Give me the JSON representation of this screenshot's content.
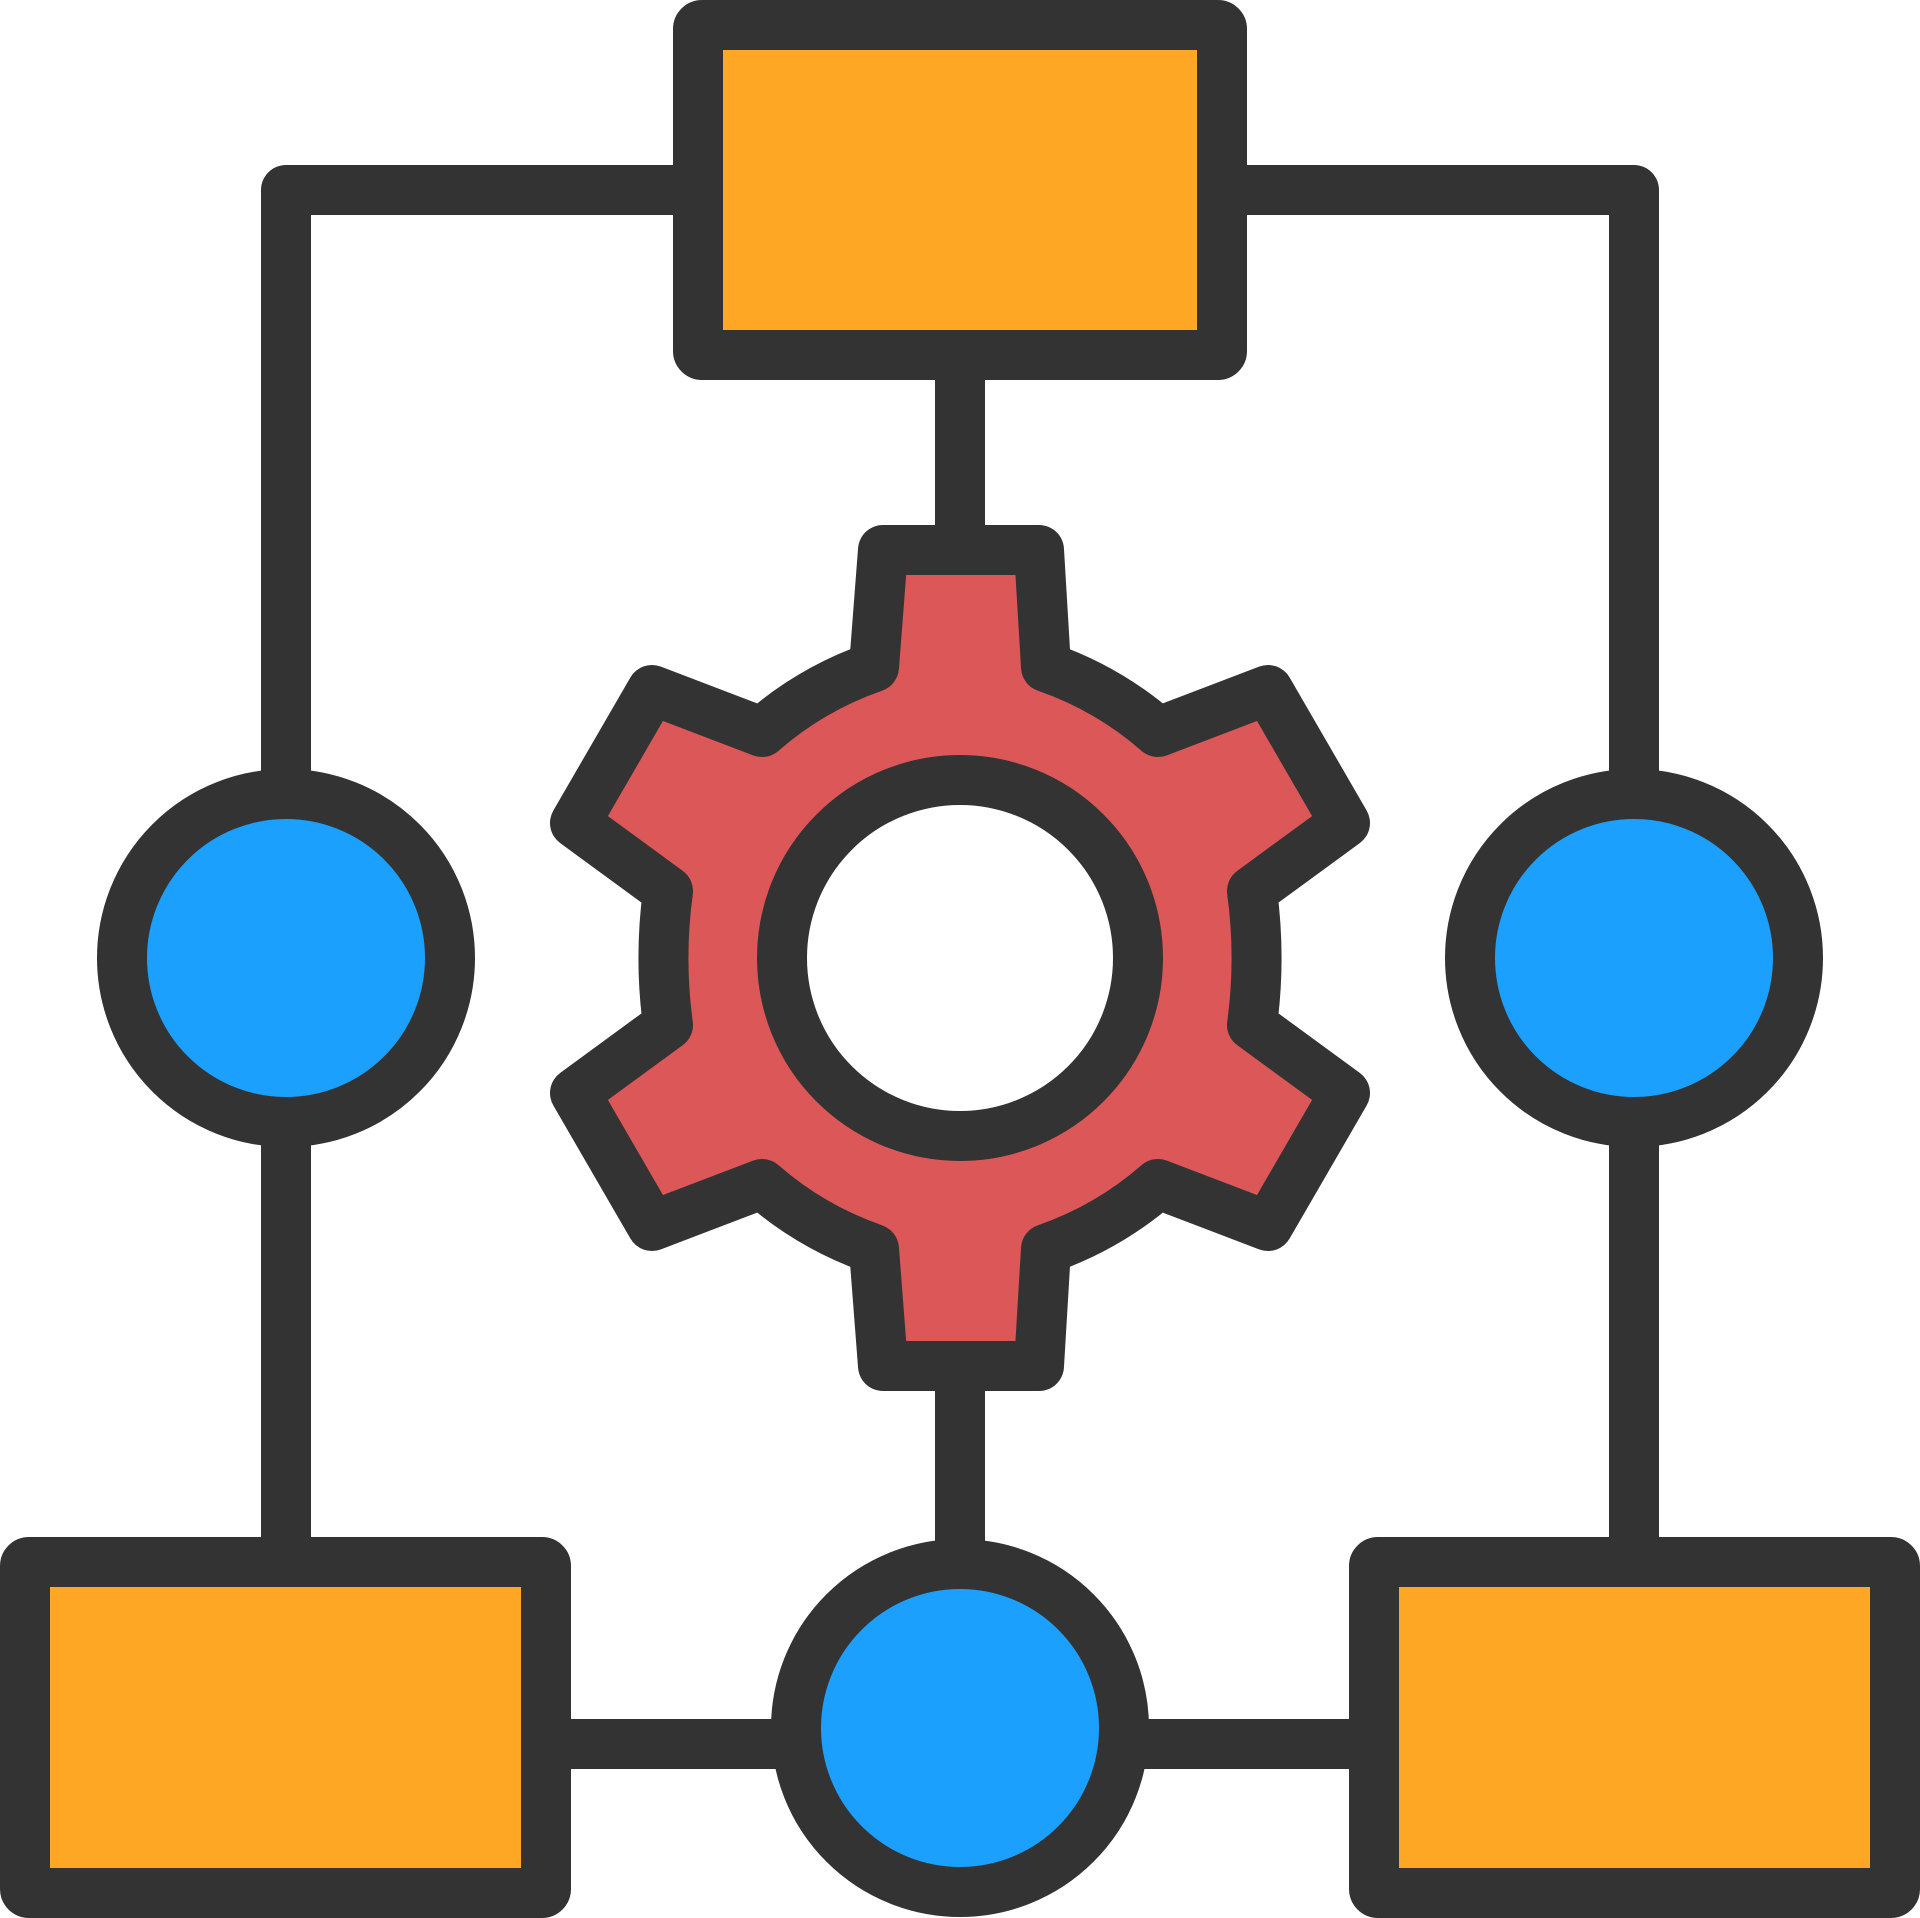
{
  "icon": {
    "name": "workflow-gear-icon",
    "colors": {
      "outline": "#333333",
      "box_fill": "#FEA724",
      "node_fill": "#1BA0FD",
      "gear_fill": "#DB5758",
      "hole_fill": "#FFFFFF",
      "background": "#FFFFFF"
    },
    "parts": {
      "boxes": [
        "top-box",
        "bottom-left-box",
        "bottom-right-box"
      ],
      "nodes": [
        "left-node",
        "right-node",
        "bottom-node"
      ],
      "center": "gear"
    }
  }
}
